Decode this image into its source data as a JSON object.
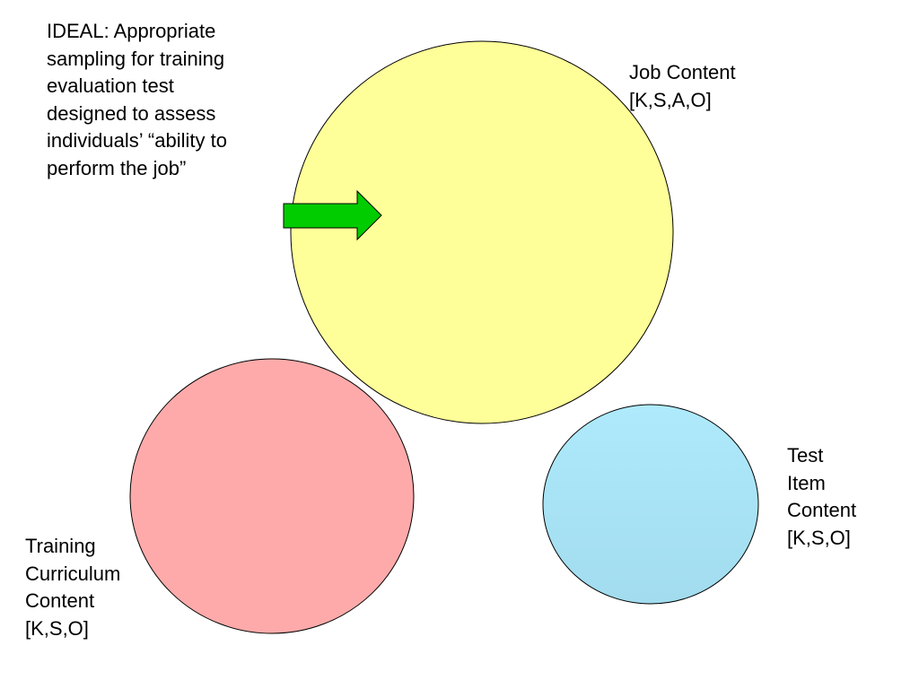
{
  "ideal_text": {
    "lines": [
      "IDEAL: Appropriate",
      "sampling for training",
      "evaluation test",
      "designed to assess",
      "individuals’ “ability to",
      "perform the job”"
    ]
  },
  "circles": {
    "job": {
      "lines": [
        "Job Content",
        "[K,S,A,O]"
      ],
      "fill": "#ffff99"
    },
    "training": {
      "lines": [
        "Training",
        "Curriculum",
        "Content",
        "[K,S,O]"
      ],
      "fill": "#ffaaaa"
    },
    "test": {
      "lines": [
        "Test",
        "Item",
        "Content",
        "[K,S,O]"
      ],
      "fill": "#a8e6f8"
    }
  },
  "arrow": {
    "fill": "#00cc00",
    "icon": "right-arrow-icon"
  }
}
